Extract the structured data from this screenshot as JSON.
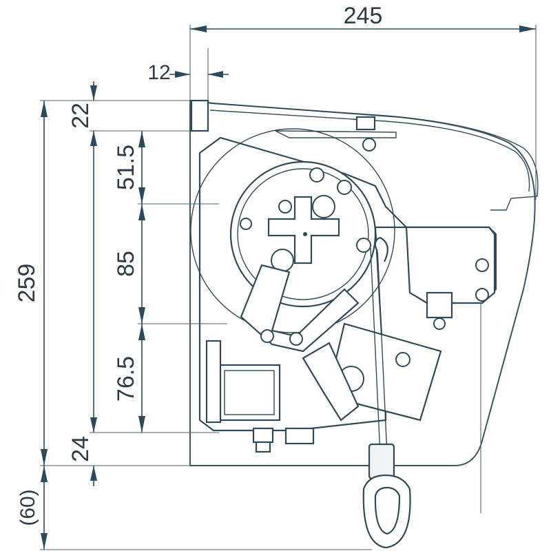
{
  "dimensions": {
    "width_total": "245",
    "offset_top": "12",
    "height_top": "22",
    "seg_1": "51.5",
    "seg_2": "85",
    "seg_3": "76.5",
    "height_bottom": "24",
    "height_total": "259",
    "extension": "(60)"
  }
}
